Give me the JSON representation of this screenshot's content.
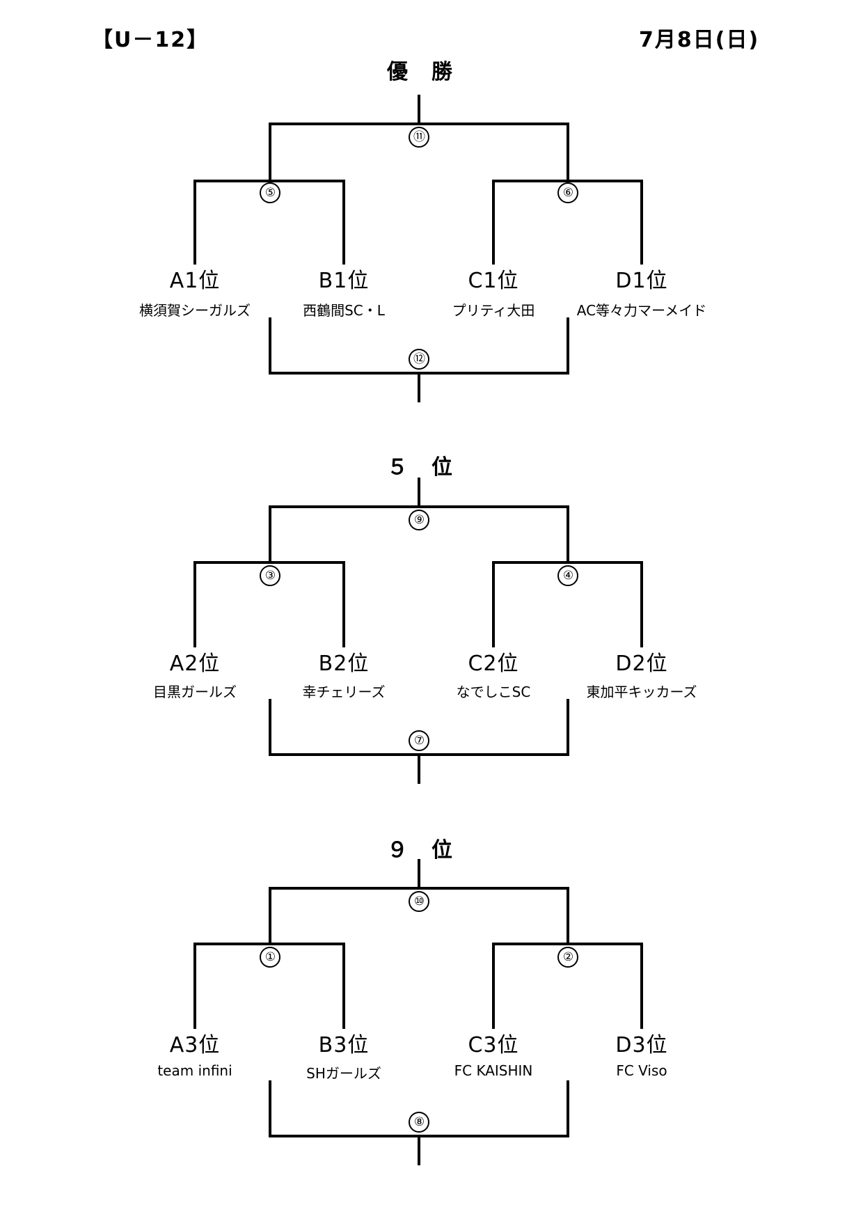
{
  "header": {
    "category": "【U－12】",
    "date": "7月8日(日)"
  },
  "brackets": [
    {
      "title": "優　勝",
      "final_match": "⑪",
      "semi_left_match": "⑤",
      "semi_right_match": "⑥",
      "consolation_match": "⑫",
      "seeds": [
        {
          "seed": "A1位",
          "team": "横須賀シーガルズ"
        },
        {
          "seed": "B1位",
          "team": "西鶴間SC・L"
        },
        {
          "seed": "C1位",
          "team": "プリティ大田"
        },
        {
          "seed": "D1位",
          "team": "AC等々力マーメイド"
        }
      ]
    },
    {
      "title": "５　位",
      "final_match": "⑨",
      "semi_left_match": "③",
      "semi_right_match": "④",
      "consolation_match": "⑦",
      "seeds": [
        {
          "seed": "A2位",
          "team": "目黒ガールズ"
        },
        {
          "seed": "B2位",
          "team": "幸チェリーズ"
        },
        {
          "seed": "C2位",
          "team": "なでしこSC"
        },
        {
          "seed": "D2位",
          "team": "東加平キッカーズ"
        }
      ]
    },
    {
      "title": "９　位",
      "final_match": "⑩",
      "semi_left_match": "①",
      "semi_right_match": "②",
      "consolation_match": "⑧",
      "seeds": [
        {
          "seed": "A3位",
          "team": "team infini"
        },
        {
          "seed": "B3位",
          "team": "SHガールズ"
        },
        {
          "seed": "C3位",
          "team": "FC KAISHIN"
        },
        {
          "seed": "D3位",
          "team": "FC Viso"
        }
      ]
    }
  ]
}
